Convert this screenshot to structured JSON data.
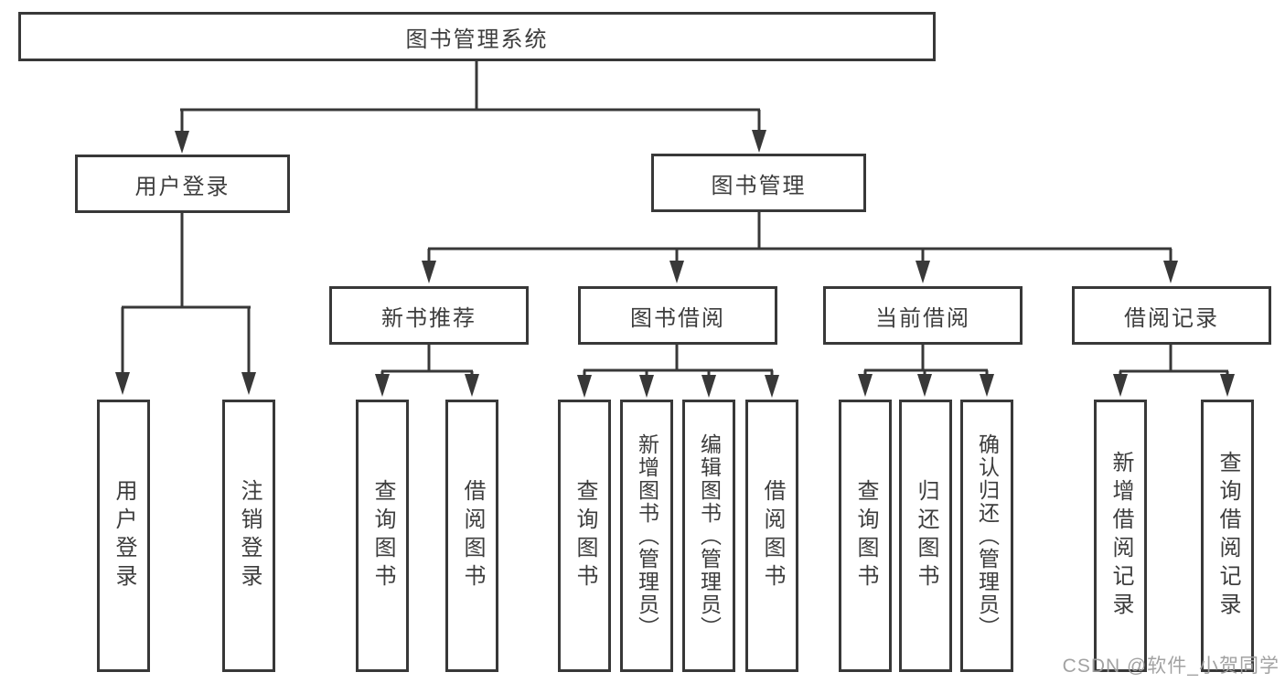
{
  "tree": {
    "root": {
      "label": "图书管理系统",
      "children": [
        {
          "label": "用户登录",
          "children": [
            {
              "label": "用户登录"
            },
            {
              "label": "注销登录"
            }
          ]
        },
        {
          "label": "图书管理",
          "children": [
            {
              "label": "新书推荐",
              "children": [
                {
                  "label": "查询图书"
                },
                {
                  "label": "借阅图书"
                }
              ]
            },
            {
              "label": "图书借阅",
              "children": [
                {
                  "label": "查询图书"
                },
                {
                  "label": "新增图书（管理员）"
                },
                {
                  "label": "编辑图书（管理员）"
                },
                {
                  "label": "借阅图书"
                }
              ]
            },
            {
              "label": "当前借阅",
              "children": [
                {
                  "label": "查询图书"
                },
                {
                  "label": "归还图书"
                },
                {
                  "label": "确认归还（管理员）"
                }
              ]
            },
            {
              "label": "借阅记录",
              "children": [
                {
                  "label": "新增借阅记录"
                },
                {
                  "label": "查询借阅记录"
                }
              ]
            }
          ]
        }
      ]
    }
  },
  "watermark": {
    "text": "CSDN @软件_小贺同学"
  },
  "colors": {
    "line": "#383838",
    "text": "#3d3d3d",
    "watermark": "#9e9e9e",
    "background": "#ffffff"
  }
}
